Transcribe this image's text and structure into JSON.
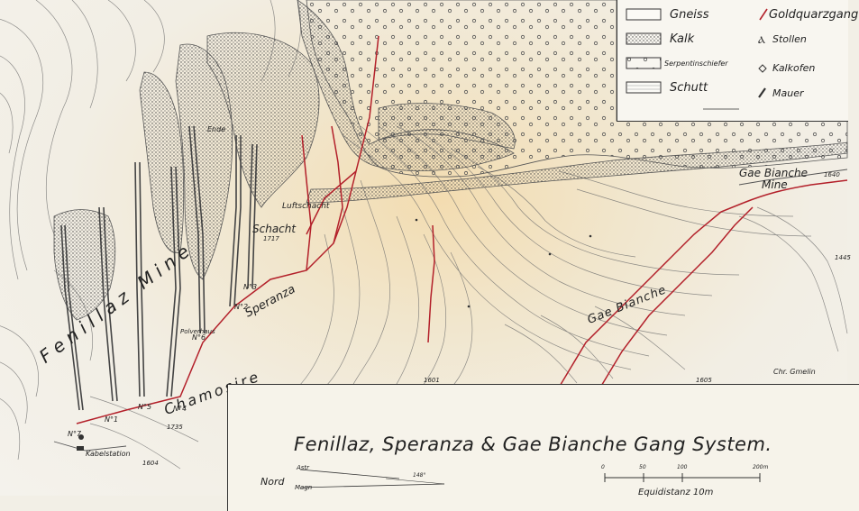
{
  "title": "Fenillaz, Speranza & Gae Bianche Gang System.",
  "legend": [
    {
      "label": "Gneiss",
      "swatch": "gneiss"
    },
    {
      "label": "Kalk",
      "swatch": "kalk"
    },
    {
      "label": "Serpentinschiefer",
      "swatch": "serp"
    },
    {
      "label": "Schutt",
      "swatch": "schutt"
    },
    {
      "label": "Goldquarzgang",
      "symbol": "red-vein"
    },
    {
      "label": "Stollen",
      "symbol": "adit"
    },
    {
      "label": "Kalkofen",
      "symbol": "kiln"
    },
    {
      "label": "Mauer",
      "symbol": "wall"
    }
  ],
  "places": {
    "fenillaz_mine": "Fenillaz Mine",
    "speranza": "Speranza",
    "gae_bianche_mine_1": "Gae Bianche",
    "gae_bianche_mine_2": "Mine",
    "gae_bianche": "Gae Bianche",
    "chamosira": "Chamosire",
    "luftschacht": "Luftschacht",
    "schacht": "Schacht",
    "schacht_elev": "1717",
    "ende": "Ende",
    "polverhaus": "Polverhaus",
    "kabelstation": "Kabelstation"
  },
  "adits": [
    "N°1",
    "N°2",
    "N°3",
    "N°4",
    "N°5",
    "N°6",
    "N°7"
  ],
  "elevations": [
    "1735",
    "1601",
    "1605",
    "1445",
    "1604",
    "1640"
  ],
  "compass": {
    "label": "Nord",
    "astr": "Astr",
    "magn": "Magn",
    "angle": "148°"
  },
  "scale": {
    "ticks": [
      "0",
      "50",
      "100",
      "200m"
    ],
    "label": "Equidistanz 10m"
  },
  "signature": "Chr. Gmelin",
  "colors": {
    "vein": "#b3202a",
    "ink": "#333333",
    "paper": "#f4f2ec"
  }
}
